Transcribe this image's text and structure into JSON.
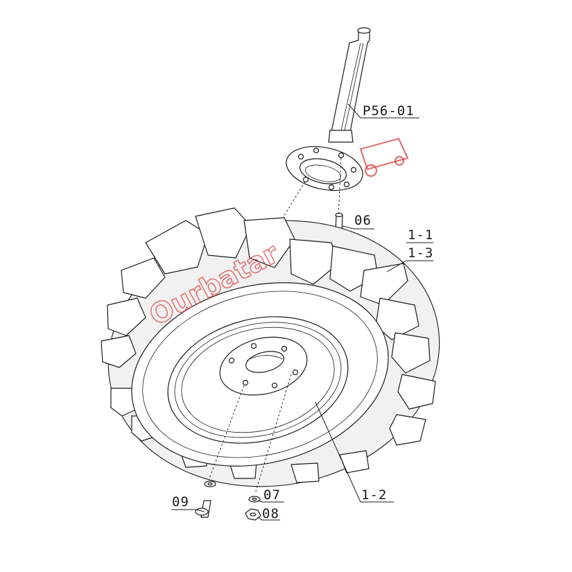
{
  "diagram": {
    "type": "exploded-parts-view",
    "subject": "tractor-wheel-assembly",
    "callouts": [
      {
        "id": "p56-01",
        "label": "P56-01"
      },
      {
        "id": "06",
        "label": "06"
      },
      {
        "id": "1-1",
        "label": "1-1"
      },
      {
        "id": "1-3",
        "label": "1-3"
      },
      {
        "id": "1-2",
        "label": "1-2"
      },
      {
        "id": "09",
        "label": "09"
      },
      {
        "id": "07",
        "label": "07"
      },
      {
        "id": "08",
        "label": "08"
      }
    ],
    "watermark_color": "#d94040"
  }
}
